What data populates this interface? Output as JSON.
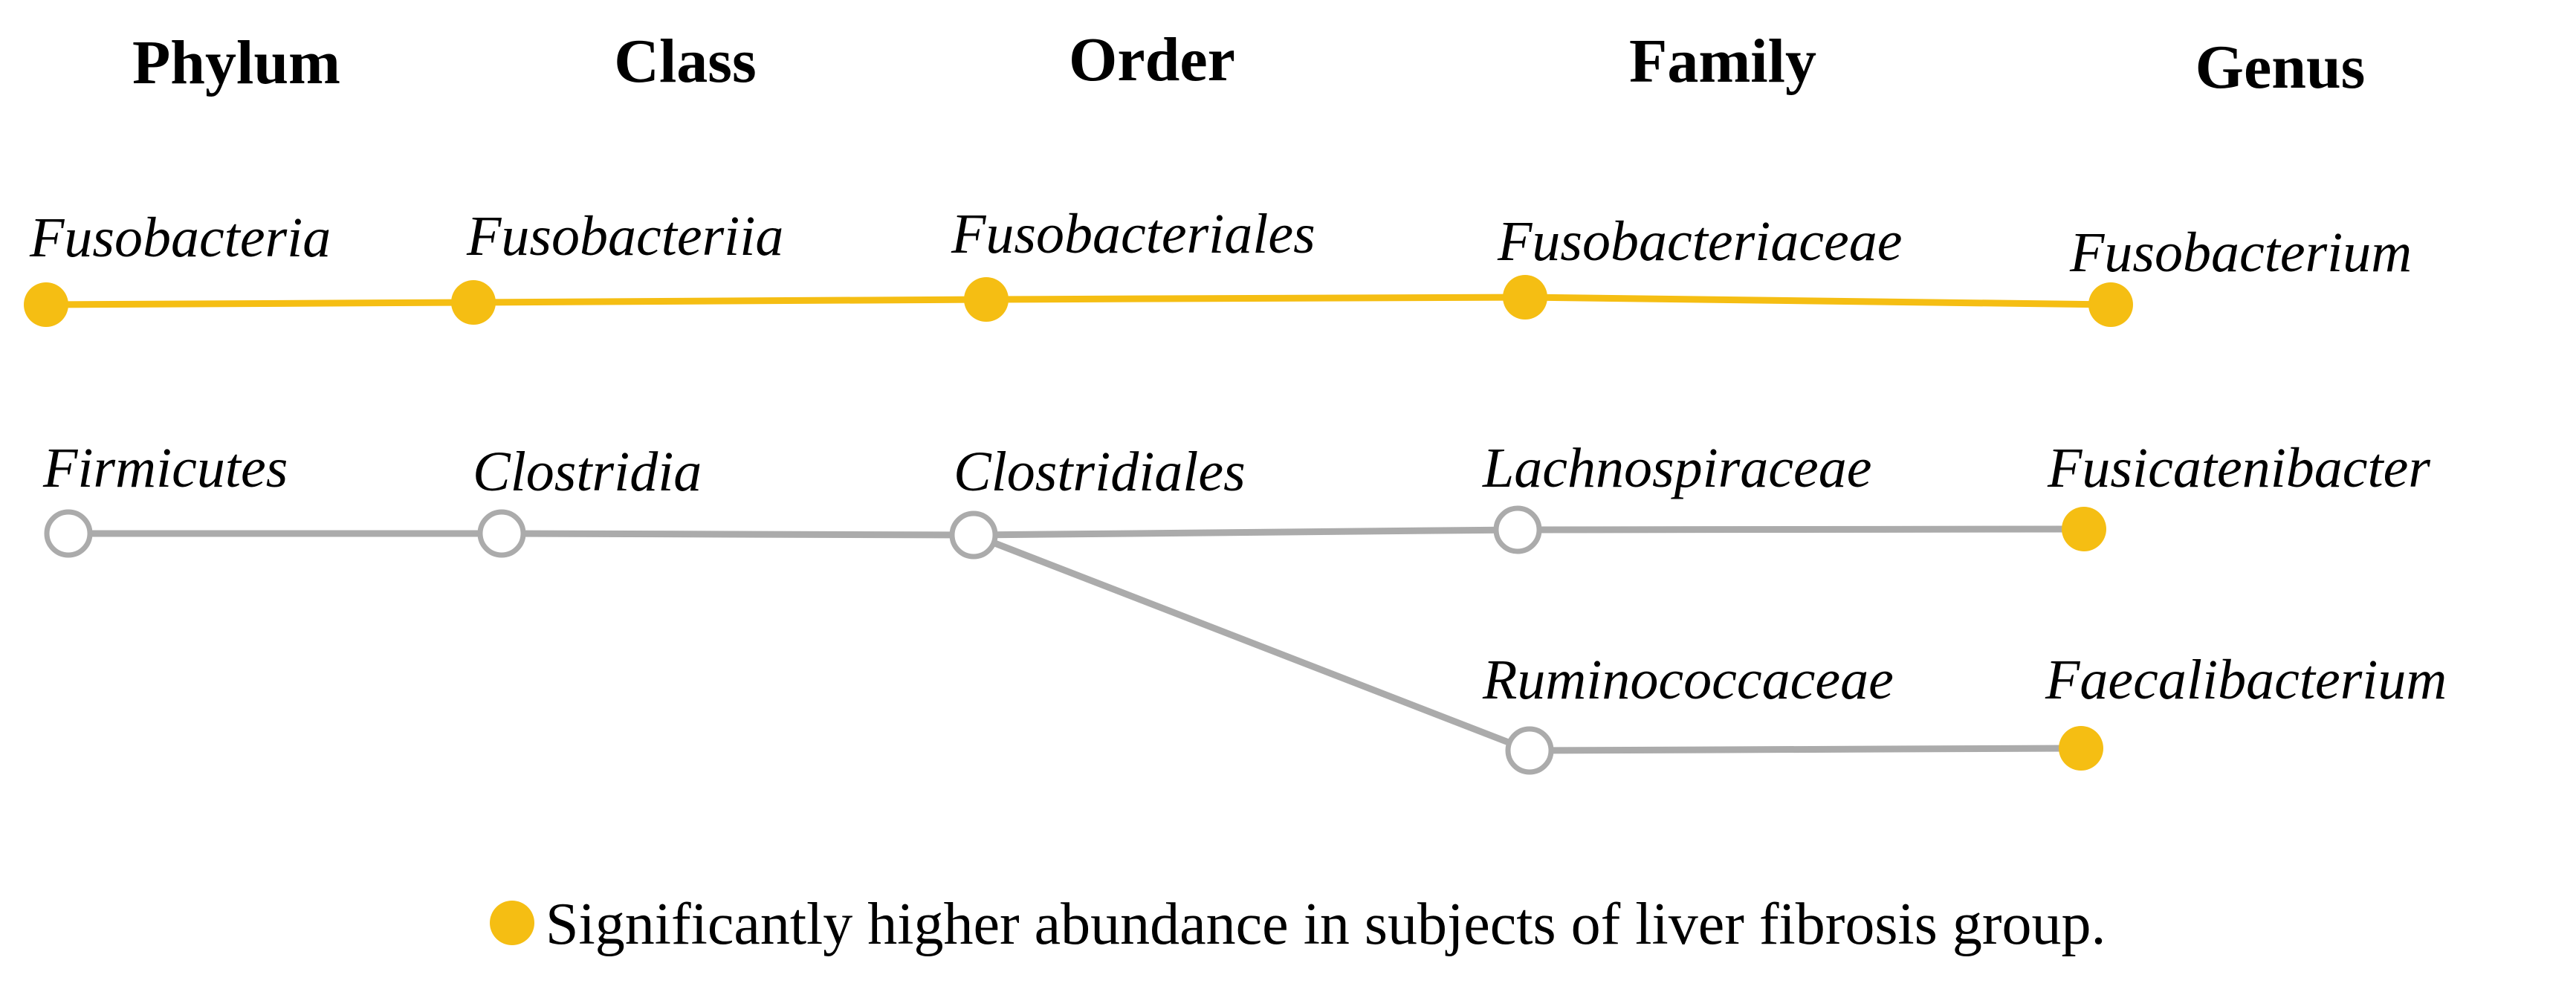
{
  "headers": {
    "phylum": "Phylum",
    "class": "Class",
    "order": "Order",
    "family": "Family",
    "genus": "Genus"
  },
  "taxa": {
    "fusobacteria": "Fusobacteria",
    "fusobacteriia": "Fusobacteriia",
    "fusobacteriales": "Fusobacteriales",
    "fusobacteriaceae": "Fusobacteriaceae",
    "fusobacterium": "Fusobacterium",
    "firmicutes": "Firmicutes",
    "clostridia": "Clostridia",
    "clostridiales": "Clostridiales",
    "lachnospiraceae": "Lachnospiraceae",
    "fusicatenibacter": "Fusicatenibacter",
    "ruminococcaceae": "Ruminococcaceae",
    "faecalibacterium": "Faecalibacterium"
  },
  "significant": {
    "fusobacteria": true,
    "fusobacteriia": true,
    "fusobacteriales": true,
    "fusobacteriaceae": true,
    "fusobacterium": true,
    "firmicutes": false,
    "clostridia": false,
    "clostridiales": false,
    "lachnospiraceae": false,
    "fusicatenibacter": true,
    "ruminococcaceae": false,
    "faecalibacterium": true
  },
  "edges": [
    [
      "fusobacteria",
      "fusobacteriia"
    ],
    [
      "fusobacteriia",
      "fusobacteriales"
    ],
    [
      "fusobacteriales",
      "fusobacteriaceae"
    ],
    [
      "fusobacteriaceae",
      "fusobacterium"
    ],
    [
      "firmicutes",
      "clostridia"
    ],
    [
      "clostridia",
      "clostridiales"
    ],
    [
      "clostridiales",
      "lachnospiraceae"
    ],
    [
      "lachnospiraceae",
      "fusicatenibacter"
    ],
    [
      "clostridiales",
      "ruminococcaceae"
    ],
    [
      "ruminococcaceae",
      "faecalibacterium"
    ]
  ],
  "legend": {
    "text": "Significantly higher abundance in subjects of liver fibrosis group."
  },
  "colors": {
    "highlight": "#F5BE13",
    "neutral": "#ABABAB",
    "hollow_fill": "#FFFFFF"
  }
}
